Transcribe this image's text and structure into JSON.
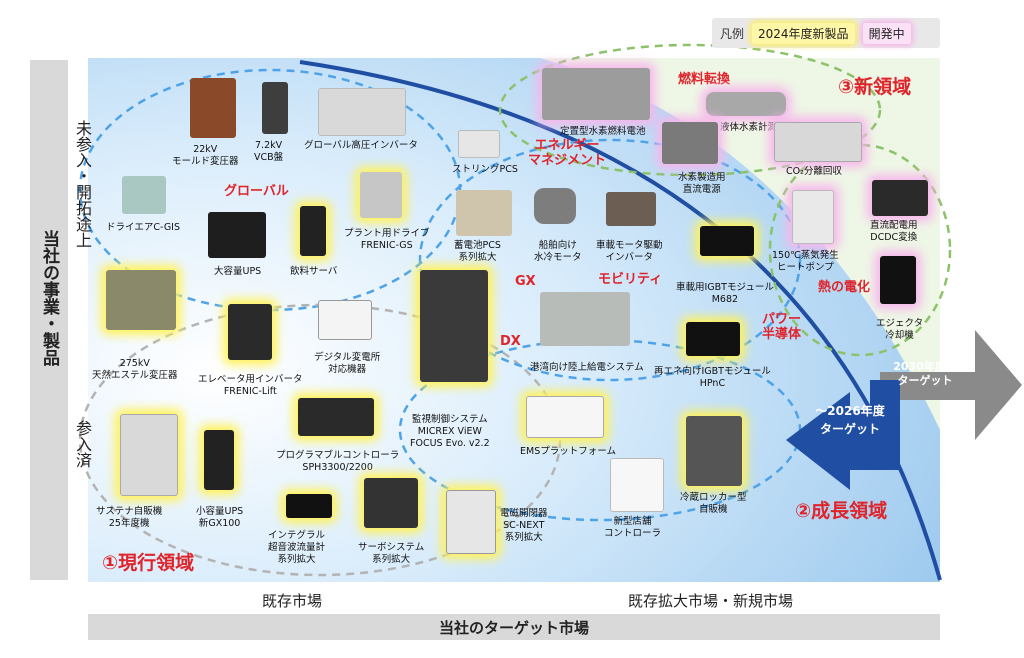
{
  "legend": {
    "label": "凡例",
    "new_product": "2024年度新製品",
    "in_development": "開発中"
  },
  "axis": {
    "vertical_title": "当社の事業・製品",
    "tier_top": "未参入・開拓途上",
    "tier_bottom": "参入済",
    "market_left": "既存市場",
    "market_right": "既存拡大市場・新規市場",
    "bottom_title": "当社のターゲット市場"
  },
  "regions": {
    "current": "①現行領域",
    "growth": "②成長領域",
    "new": "③新領域"
  },
  "targets": {
    "t2026": "～2026年度\nターゲット",
    "t2030": "2030年度～\nターゲット"
  },
  "categories": {
    "global": "グローバル",
    "energy": "エネルギー\nマネジメント",
    "gx": "GX",
    "mobility": "モビリティ",
    "dx": "DX",
    "power_semi": "パワー\n半導体",
    "fuel": "燃料転換",
    "heat": "熱の電化"
  },
  "products": {
    "p22kv": "22kV\nモールド変圧器",
    "p72kv": "7.2kV\nVCB盤",
    "pglobal_inv": "グローバル高圧インバータ",
    "pstring": "ストリングPCS",
    "pdry": "ドライエアC-GIS",
    "pbigups": "大容量UPS",
    "pvend_server": "飲料サーバ",
    "pplant": "プラント用ドライブ\nFRENIC-GS",
    "pbattery": "蓄電池PCS\n系列拡大",
    "pship": "船舶向け\n水冷モータ",
    "pcar_inv": "車載モータ駆動\nインバータ",
    "pcar_igbt": "車載用IGBTモジュール\nM682",
    "p275": "275kV\n天然エステル変圧器",
    "pelev": "エレベータ用インバータ\nFRENIC-Lift",
    "pdigital": "デジタル変電所\n対応機器",
    "pmicrex": "監視制御システム\nMICREX ViEW\nFOCUS Evo. v2.2",
    "pport": "港湾向け陸上給電システム",
    "prenew_igbt": "再エネ向けIGBTモジュール\nHPnC",
    "pplc": "プログラマブルコントローラ\nSPH3300/2200",
    "pems": "EMSプラットフォーム",
    "pvending": "サステナ自販機\n25年度機",
    "psmallups": "小容量UPS\n新GX100",
    "pflow": "インテグラル\n超音波流量計\n系列拡大",
    "pservo": "サーボシステム\n系列拡大",
    "pcontactor": "電磁開閉器\nSC-NEXT\n系列拡大",
    "pstore": "新型店舗\nコントローラ",
    "plocker": "冷蔵ロッカー型\n自販機",
    "pfuelcell": "定置型水素燃料電池",
    "ph2meter": "液体水素計測",
    "ph2power": "水素製造用\n直流電源",
    "pco2": "CO₂分離回収",
    "pdcdc": "直流配電用\nDCDC変換",
    "pheatpump": "150℃蒸気発生\nヒートポンプ",
    "pejector": "エジェクタ\n冷却機"
  },
  "colors": {
    "accent_red": "#e0242b",
    "blue_dark": "#1f4ea3",
    "blue_light": "#cfe6fb",
    "green_light": "#eaf4e2",
    "arrow_gray": "#8a8a8a"
  }
}
